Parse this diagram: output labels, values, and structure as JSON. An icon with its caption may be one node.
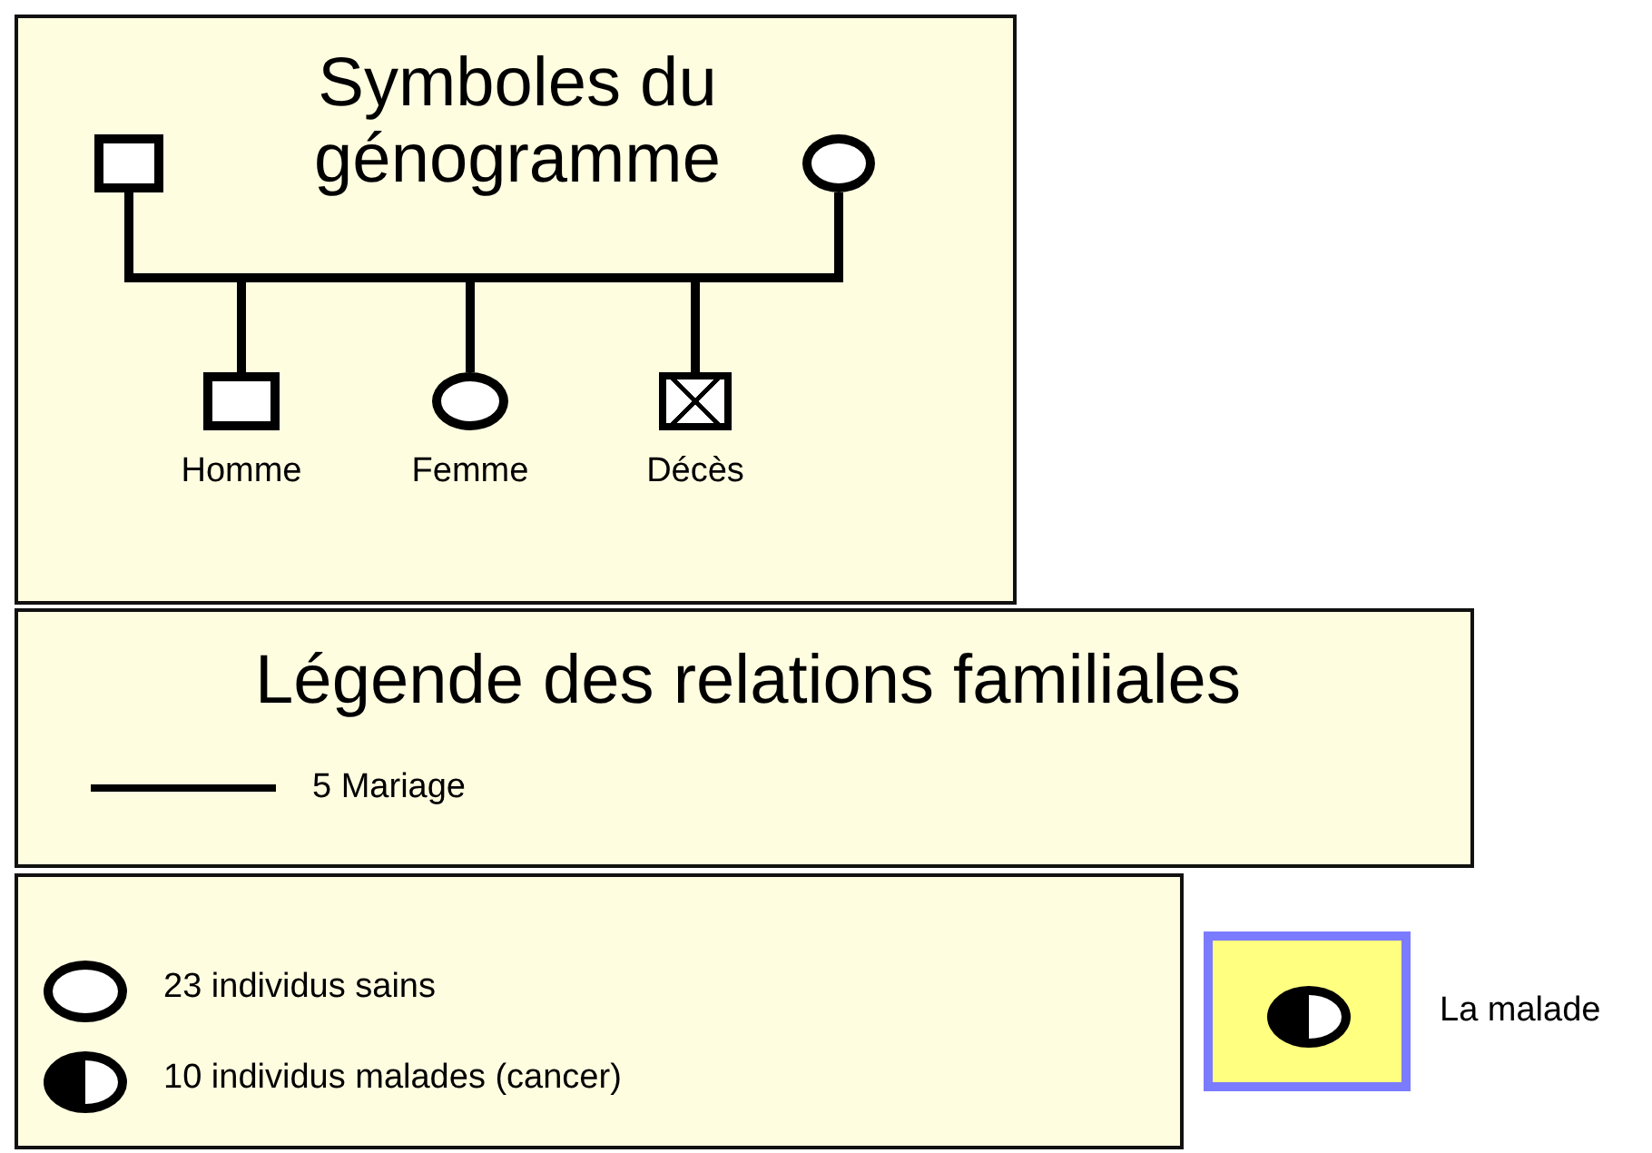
{
  "diagram": {
    "nodes": [
      {
        "text": [
          "Symboles du génogramme"
        ]
      },
      {
        "text": [],
        "shape": "box",
        "in": 0
      },
      {
        "text": [],
        "shape": "circle",
        "in": 0
      },
      {
        "text": [],
        "shape": "box",
        "in": 0,
        "beside": [
          "Homme"
        ]
      },
      {
        "text": [],
        "shape": "circle",
        "in": 0,
        "beside": [
          "Femme"
        ]
      },
      {
        "text": [],
        "shape": "box",
        "in": 0,
        "beside": [
          "Décès"
        ]
      },
      {
        "text": [
          "Légende des relations familiales"
        ]
      },
      {
        "text": [],
        "shape": "box",
        "beside": [
          "La malade"
        ]
      },
      {
        "text": [],
        "shape": "circle",
        "in": 7
      }
    ],
    "edges": [
      {
        "from": 1,
        "to": 2,
        "arrow": "none"
      },
      {
        "from": 1,
        "to": 3,
        "arrow": "none"
      },
      {
        "from": 1,
        "to": 4,
        "arrow": "none"
      },
      {
        "from": 1,
        "to": 5,
        "arrow": "none"
      },
      {
        "from": 2,
        "to": 3,
        "arrow": "none"
      },
      {
        "from": 2,
        "to": 4,
        "arrow": "none"
      },
      {
        "from": 2,
        "to": 5,
        "arrow": "none"
      }
    ],
    "legend": [
      {
        "text": "5 Mariage"
      },
      {
        "text": "23 individus sains"
      },
      {
        "text": "10 individus malades (cancer)"
      }
    ]
  }
}
